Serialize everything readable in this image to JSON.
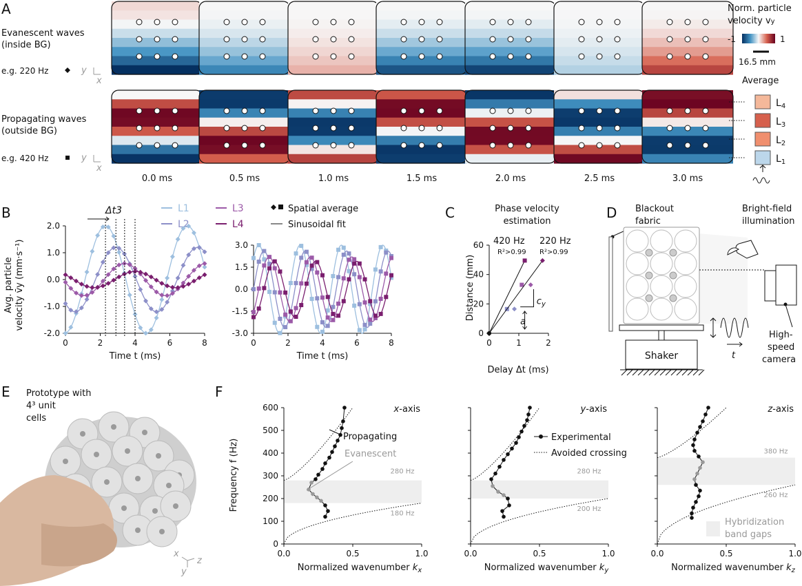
{
  "panels": {
    "A": "A",
    "B": "B",
    "C": "C",
    "D": "D",
    "E": "E",
    "F": "F"
  },
  "panelA": {
    "row1_label_1": "Evanescent waves",
    "row1_label_2": "(inside BG)",
    "row1_example": "e.g. 220 Hz",
    "row2_label_1": "Propagating waves",
    "row2_label_2": "(outside BG)",
    "row2_example": "e.g. 420 Hz",
    "axis_y": "y",
    "axis_x": "x",
    "times": [
      "0.0 ms",
      "0.5 ms",
      "1.0 ms",
      "1.5 ms",
      "2.0 ms",
      "2.5 ms",
      "3.0 ms"
    ],
    "colorbar_title_1": "Norm. particle",
    "colorbar_title_2": "velocity v",
    "colorbar_sub": "y",
    "colorbar_min": "-1",
    "colorbar_max": "1",
    "scale_bar": "16.5 mm",
    "average_title": "Average",
    "levels": [
      "L4",
      "L3",
      "L2",
      "L1"
    ],
    "level_colors": [
      "#f4b89a",
      "#d6604d",
      "#f08f6e",
      "#bcd7eb"
    ]
  },
  "panelB": {
    "legend_L1": "L1",
    "legend_L2": "L2",
    "legend_L3": "L3",
    "legend_L4": "L4",
    "legend_spatial": "Spatial average",
    "legend_fit": "Sinusoidal fit",
    "dt_label": "Δt3",
    "ylabel_1": "Avg. particle",
    "ylabel_2": "velocity v̄y (mm·s⁻¹)",
    "xlabel": "Time t (ms)",
    "colors": {
      "L1": "#9dbfdf",
      "L2": "#8c8fc8",
      "L3": "#9c5aa8",
      "L4": "#7a1e6e"
    }
  },
  "chart_data": [
    {
      "type": "line",
      "title": "",
      "xlabel": "Time t (ms)",
      "ylabel": "Avg. particle velocity v̄y (mm·s⁻¹)",
      "xlim": [
        0,
        8
      ],
      "ylim": [
        -2,
        2
      ],
      "xticks": [
        0,
        2,
        4,
        6,
        8
      ],
      "yticks": [
        "2.0",
        "1.0",
        "0.0",
        "-1.0",
        "-2.0"
      ],
      "series": [
        {
          "name": "L1",
          "amplitude": 2.0,
          "period": 4.7,
          "peak": 2.3
        },
        {
          "name": "L2",
          "amplitude": 1.2,
          "period": 4.7,
          "peak": 2.9
        },
        {
          "name": "L3",
          "amplitude": 0.6,
          "period": 4.7,
          "peak": 3.4
        },
        {
          "name": "L4",
          "amplitude": 0.3,
          "period": 4.7,
          "peak": 4.0
        }
      ]
    },
    {
      "type": "line",
      "title": "",
      "xlabel": "Time t (ms)",
      "ylabel": "",
      "xlim": [
        0,
        8
      ],
      "ylim": [
        -3,
        3
      ],
      "xticks": [
        0,
        2,
        4,
        6,
        8
      ],
      "yticks": [
        "3.0",
        "1.5",
        "0.0",
        "-1.5",
        "-3.0"
      ],
      "series": [
        {
          "name": "L1",
          "amplitude": 3.0,
          "period": 2.4,
          "peak": 0.3
        },
        {
          "name": "L2",
          "amplitude": 2.6,
          "period": 2.4,
          "peak": 0.6
        },
        {
          "name": "L3",
          "amplitude": 2.2,
          "period": 2.4,
          "peak": 0.9
        },
        {
          "name": "L4",
          "amplitude": 1.9,
          "period": 2.4,
          "peak": 1.2
        }
      ]
    },
    {
      "type": "scatter",
      "title": "Phase velocity estimation",
      "xlabel": "Delay Δt (ms)",
      "ylabel": "Distance (mm)",
      "xlim": [
        0,
        2
      ],
      "ylim": [
        0,
        60
      ],
      "xticks": [
        0,
        1,
        2
      ],
      "yticks": [
        0,
        20,
        40,
        60
      ],
      "series": [
        {
          "name": "420 Hz",
          "x": [
            0,
            0.6,
            1.1,
            1.2
          ],
          "y": [
            0,
            16.5,
            33,
            49.5
          ],
          "r2": "R²>0.99"
        },
        {
          "name": "220 Hz",
          "x": [
            0,
            0.85,
            1.4,
            1.8
          ],
          "y": [
            0,
            16.5,
            33,
            49.5
          ],
          "r2": "R²>0.99"
        }
      ],
      "annotations": [
        "cy",
        "a"
      ]
    },
    {
      "type": "scatter",
      "title": "x-axis",
      "xlabel": "Normalized wavenumber kx",
      "ylabel": "Frequency f (Hz)",
      "xlim": [
        0,
        1
      ],
      "ylim": [
        0,
        600
      ],
      "band": [
        180,
        280
      ],
      "band_labels": [
        "280 Hz",
        "180 Hz"
      ],
      "x": [
        0.3,
        0.32,
        0.3,
        0.27,
        0.24,
        0.21,
        0.18,
        0.2,
        0.23,
        0.25,
        0.28,
        0.3,
        0.33,
        0.35,
        0.37,
        0.39,
        0.41,
        0.42,
        0.43,
        0.44
      ],
      "y": [
        120,
        145,
        170,
        190,
        205,
        220,
        240,
        270,
        285,
        305,
        330,
        355,
        380,
        405,
        430,
        455,
        480,
        510,
        540,
        600
      ]
    },
    {
      "type": "scatter",
      "title": "y-axis",
      "xlabel": "Normalized wavenumber ky",
      "ylabel": "",
      "xlim": [
        0,
        1
      ],
      "ylim": [
        0,
        600
      ],
      "band": [
        200,
        280
      ],
      "band_labels": [
        "280 Hz",
        "200 Hz"
      ],
      "x": [
        0.24,
        0.23,
        0.28,
        0.27,
        0.24,
        0.2,
        0.16,
        0.15,
        0.18,
        0.21,
        0.24,
        0.27,
        0.3,
        0.33,
        0.35,
        0.37,
        0.39,
        0.41,
        0.42,
        0.43
      ],
      "y": [
        120,
        145,
        170,
        200,
        215,
        230,
        255,
        285,
        310,
        340,
        370,
        395,
        420,
        445,
        470,
        495,
        520,
        545,
        570,
        600
      ]
    },
    {
      "type": "scatter",
      "title": "z-axis",
      "xlabel": "Normalized wavenumber kz",
      "ylabel": "",
      "xlim": [
        0,
        1
      ],
      "ylim": [
        0,
        600
      ],
      "band": [
        260,
        380
      ],
      "band_labels": [
        "380 Hz",
        "260 Hz"
      ],
      "x": [
        0.25,
        0.25,
        0.26,
        0.28,
        0.3,
        0.31,
        0.28,
        0.27,
        0.29,
        0.31,
        0.33,
        0.3,
        0.27,
        0.26,
        0.27,
        0.29,
        0.31,
        0.33,
        0.35,
        0.37
      ],
      "y": [
        115,
        135,
        160,
        185,
        210,
        235,
        260,
        285,
        310,
        335,
        360,
        385,
        410,
        435,
        460,
        490,
        515,
        540,
        570,
        600
      ]
    }
  ],
  "panelC": {
    "title_1": "Phase velocity",
    "title_2": "estimation",
    "f1": "420 Hz",
    "f2": "220 Hz",
    "r2a": "R²>0.99",
    "r2b": "R²>0.99",
    "cy": "c",
    "cy_sub": "y",
    "a": "a",
    "ylabel": "Distance (mm)",
    "xlabel": "Delay Δt (ms)"
  },
  "panelD": {
    "blackout_1": "Blackout",
    "blackout_2": "fabric",
    "bright_1": "Bright-field",
    "bright_2": "illumination",
    "shaker": "Shaker",
    "hs_1": "High-",
    "hs_2": "speed",
    "hs_3": "camera",
    "t": "t"
  },
  "panelE": {
    "line1": "Prototype with",
    "line2": "4³ unit",
    "line3": "cells",
    "ax_x": "x",
    "ax_y": "y",
    "ax_z": "z"
  },
  "panelF": {
    "ylabel": "Frequency f (Hz)",
    "propagating": "Propagating",
    "evanescent": "Evanescent",
    "experimental": "Experimental",
    "avoided": "Avoided crossing",
    "hybrid_1": "Hybridization",
    "hybrid_2": "band gaps",
    "xticks": [
      "0.0",
      "0.5",
      "1.0"
    ],
    "yticks": [
      "600",
      "500",
      "400",
      "300",
      "200",
      "100",
      "0"
    ]
  }
}
